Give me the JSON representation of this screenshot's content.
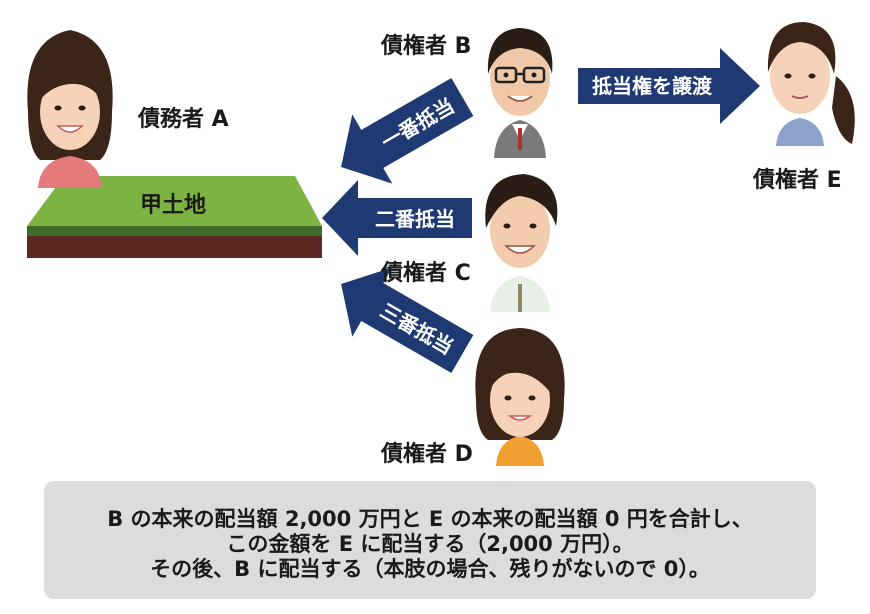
{
  "people": {
    "debtor_a": {
      "label": "債務者 A",
      "icon": "woman-smiling-icon",
      "shirt_color": "#e57a7a"
    },
    "creditor_b": {
      "label": "債権者 B",
      "icon": "man-glasses-icon",
      "shirt_color": "#7a7a7a"
    },
    "creditor_c": {
      "label": "債権者 C",
      "icon": "man-smiling-icon",
      "shirt_color": "#e8efe6"
    },
    "creditor_d": {
      "label": "債権者 D",
      "icon": "woman-icon",
      "shirt_color": "#f0a030"
    },
    "creditor_e": {
      "label": "債権者 E",
      "icon": "woman-ponytail-icon",
      "shirt_color": "#8ea3cc"
    }
  },
  "land": {
    "label": "甲土地",
    "top_color": "#7cb342",
    "edge_color": "#3e6b2a",
    "base_color": "#5a2a22"
  },
  "arrows": {
    "first": "一番抵当",
    "second": "二番抵当",
    "third": "三番抵当",
    "transfer": "抵当権を譲渡",
    "color": "#1f3a73"
  },
  "caption": {
    "line1": "B の本来の配当額 2,000 万円と E の本来の配当額 0 円を合計し、",
    "line2": "この金額を E に配当する（2,000 万円）。",
    "line3": "その後、B に配当する（本肢の場合、残りがないので 0）。"
  }
}
